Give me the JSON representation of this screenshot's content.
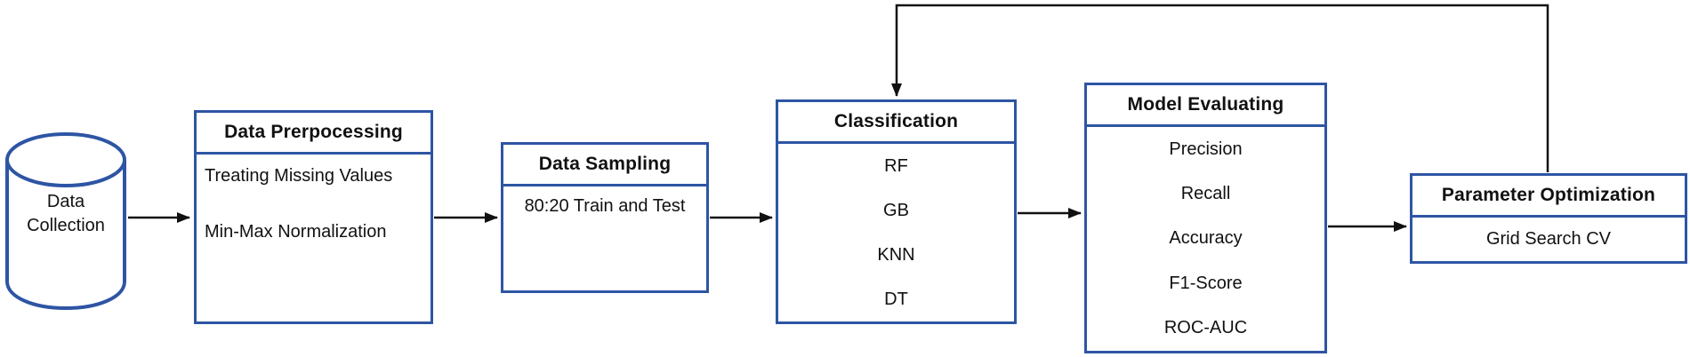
{
  "diagram": {
    "colors": {
      "box-border": "#2e55a4",
      "connector": "#111111",
      "text": "#111111",
      "background": "#ffffff"
    },
    "nodes": {
      "collection": {
        "shape": "database-cylinder",
        "line1": "Data",
        "line2": "Collection"
      },
      "preprocessing": {
        "title": "Data Prerpocessing",
        "items": [
          "Treating Missing Values",
          "Min-Max Normalization"
        ]
      },
      "sampling": {
        "title": "Data Sampling",
        "items": [
          "80:20 Train and Test"
        ]
      },
      "classification": {
        "title": "Classification",
        "items": [
          "RF",
          "GB",
          "KNN",
          "DT"
        ]
      },
      "evaluation": {
        "title": "Model Evaluating",
        "items": [
          "Precision",
          "Recall",
          "Accuracy",
          "F1-Score",
          "ROC-AUC"
        ]
      },
      "optimization": {
        "title": "Parameter Optimization",
        "items": [
          "Grid Search CV"
        ]
      }
    },
    "flow": {
      "forward_order": "Data Collection → Data Prerpocessing → Data Sampling → Classification → Model Evaluating → Parameter Optimization",
      "feedback": "Parameter Optimization → Classification"
    }
  }
}
